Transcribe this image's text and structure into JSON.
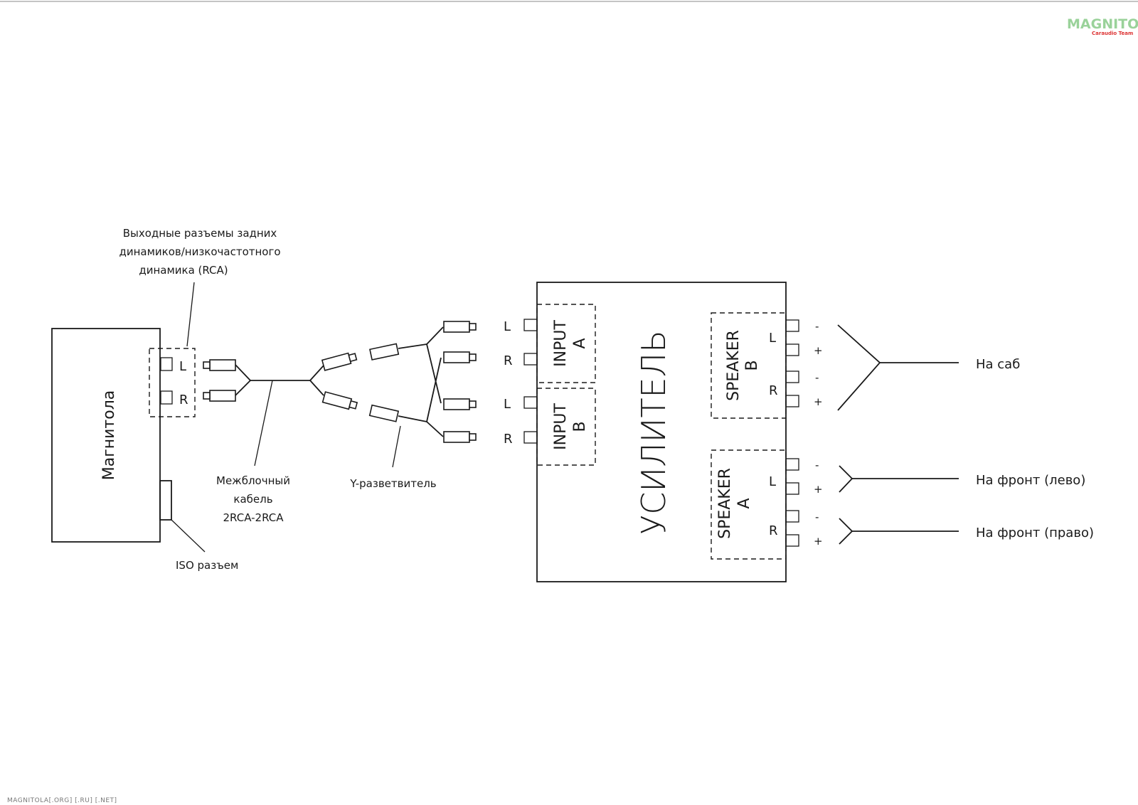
{
  "labels": {
    "rca_outputs": [
      "Выходные разъемы задних",
      "динамиков/низкочастотного",
      "динамика (RCA)"
    ],
    "head_unit": "Магнитола",
    "iso": "ISO разъем",
    "cable": [
      "Межблочный",
      "кабель",
      "2RCA-2RCA"
    ],
    "splitter": "Y-разветвитель",
    "amp": "УСИЛИТЕЛЬ",
    "input_a": [
      "INPUT",
      "A"
    ],
    "input_b": [
      "INPUT",
      "B"
    ],
    "speaker_a": [
      "SPEAKER",
      "A"
    ],
    "speaker_b": [
      "SPEAKER",
      "B"
    ],
    "L": "L",
    "R": "R",
    "minus": "-",
    "plus": "+",
    "to_sub": "На саб",
    "to_front_left": "На фронт (лево)",
    "to_front_right": "На фронт (право)"
  },
  "watermark": {
    "brand": "MAGNITOLA",
    "sub": "Caraudio Team"
  },
  "footer": "MAGNITOLA[.ORG] [.RU] [.NET]"
}
